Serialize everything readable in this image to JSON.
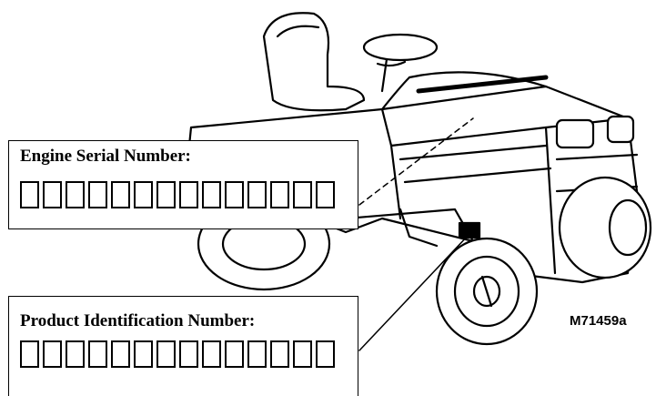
{
  "engine_serial": {
    "label": "Engine Serial Number:",
    "box_count": 14
  },
  "product_id": {
    "label": "Product Identification Number:",
    "box_count": 14
  },
  "figure_code": "M71459a",
  "colors": {
    "ink": "#000000",
    "paper": "#ffffff"
  }
}
